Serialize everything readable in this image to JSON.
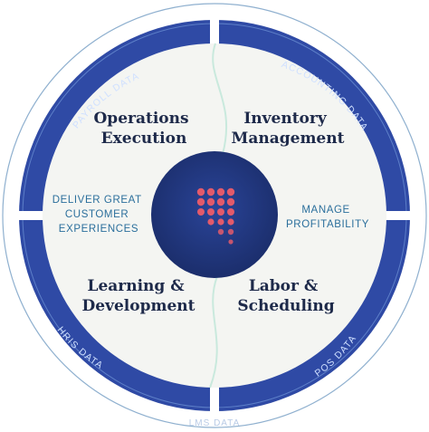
{
  "quadrants": {
    "top_left": [
      "Operations",
      "Execution"
    ],
    "top_right": [
      "Inventory",
      "Management"
    ],
    "bottom_left": [
      "Learning &",
      "Development"
    ],
    "bottom_right": [
      "Labor &",
      "Scheduling"
    ]
  },
  "goals": {
    "left": [
      "DELIVER GREAT",
      "CUSTOMER",
      "EXPERIENCES"
    ],
    "right": [
      "MANAGE",
      "PROFITABILITY"
    ]
  },
  "ring_labels": {
    "top_left": "PAYROLL DATA",
    "top_right": "ACCOUNTING DATA",
    "bottom_left": "HRIS DATA",
    "bottom_right": "POS DATA",
    "bottom": "LMS DATA"
  },
  "center": {
    "icon": "dot-grid-logo-icon"
  },
  "colors": {
    "ring": "#2f4aa5",
    "ring_dark": "#253d92",
    "ring_outline": "#7fa2c7",
    "inner": "#f4f5f2",
    "hub": "#1f3477",
    "dots": "#e25a6b",
    "separator": "#c9e9dd"
  }
}
